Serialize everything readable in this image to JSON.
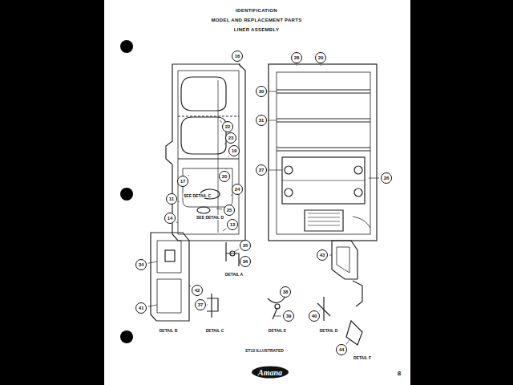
{
  "diagram": {
    "title": "IDENTIFICATION",
    "caption": "ET13 ILLUSTRATED",
    "labels": [
      "MODEL AND REPLACEMENT PARTS",
      "LINER ASSEMBLY",
      "SEE DETAIL C",
      "SEE DETAIL D",
      "DETAIL A",
      "DETAIL B",
      "DETAIL C",
      "DETAIL E",
      "DETAIL D",
      "DETAIL F",
      "Amana",
      "8",
      "16",
      "22",
      "23",
      "19",
      "20",
      "24",
      "17",
      "11",
      "25",
      "13",
      "14",
      "28",
      "29",
      "30",
      "31",
      "27",
      "26",
      "34",
      "35",
      "36",
      "37",
      "38",
      "39",
      "40",
      "41",
      "42",
      "43",
      "44"
    ]
  }
}
